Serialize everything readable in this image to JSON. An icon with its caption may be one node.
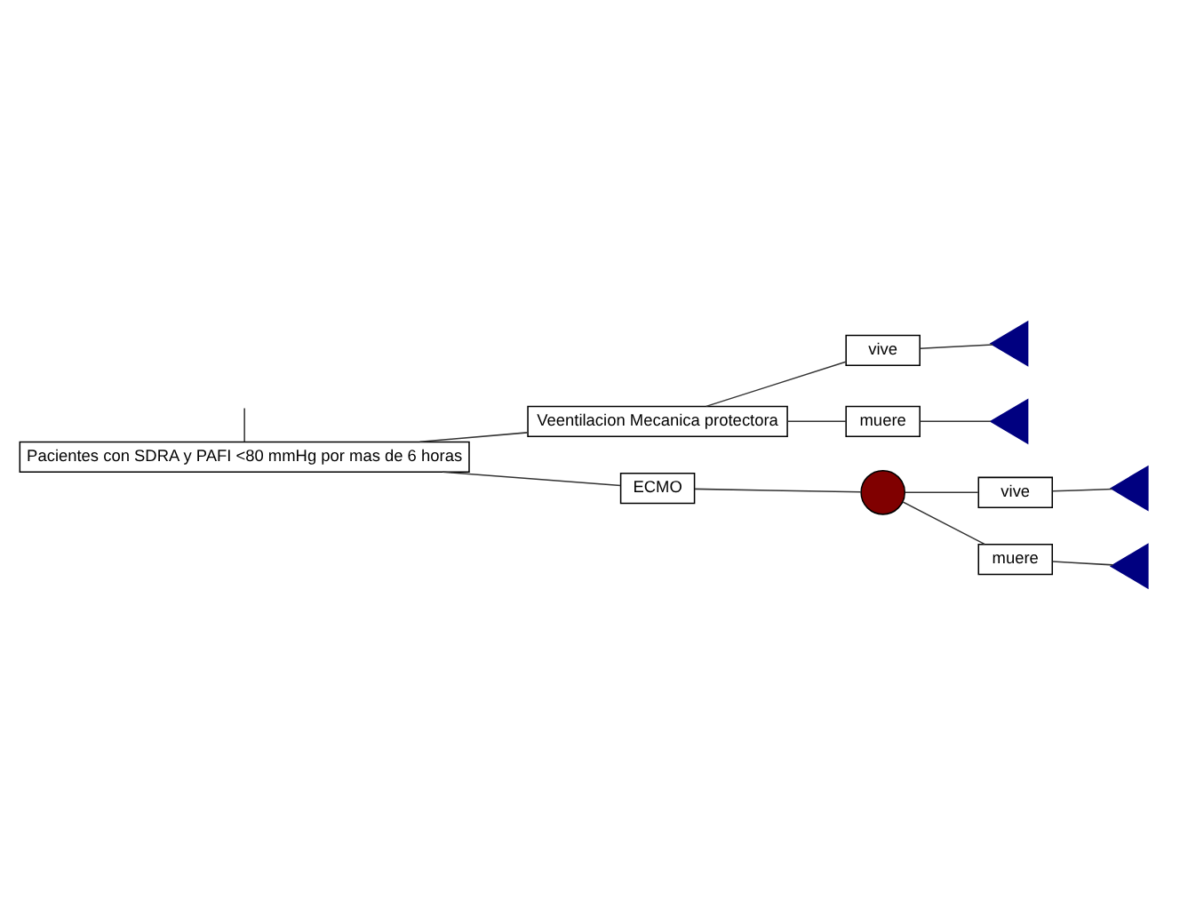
{
  "diagram": {
    "nodes": [
      {
        "text": [
          "Pacientes con SDRA y PAFI <80 mmHg por mas de 6 horas"
        ]
      },
      {
        "text": [
          "Veentilacion Mecanica protectora"
        ]
      },
      {
        "text": [
          "vive"
        ]
      },
      {
        "text": [],
        "shape": "triangle"
      },
      {
        "text": [
          "muere"
        ]
      },
      {
        "text": [],
        "shape": "triangle"
      },
      {
        "text": [
          "ECMO"
        ]
      },
      {
        "text": [],
        "shape": "circle"
      },
      {
        "text": [
          "vive"
        ]
      },
      {
        "text": [],
        "shape": "triangle"
      },
      {
        "text": [
          "muere"
        ]
      },
      {
        "text": [],
        "shape": "triangle"
      }
    ],
    "edges": [
      {
        "from": null,
        "to": 0,
        "arrow": "none"
      },
      {
        "from": 0,
        "to": 1,
        "arrow": "none"
      },
      {
        "from": 0,
        "to": 6,
        "arrow": "none"
      },
      {
        "from": 1,
        "to": 2,
        "arrow": "none"
      },
      {
        "from": 1,
        "to": 4,
        "arrow": "none"
      },
      {
        "from": 2,
        "to": 3,
        "arrow": "none"
      },
      {
        "from": 4,
        "to": 5,
        "arrow": "none"
      },
      {
        "from": 6,
        "to": 7,
        "arrow": "none"
      },
      {
        "from": 7,
        "to": 8,
        "arrow": "none"
      },
      {
        "from": 7,
        "to": 10,
        "arrow": "none"
      },
      {
        "from": 8,
        "to": 9,
        "arrow": "none"
      },
      {
        "from": 10,
        "to": 11,
        "arrow": "none"
      }
    ]
  }
}
